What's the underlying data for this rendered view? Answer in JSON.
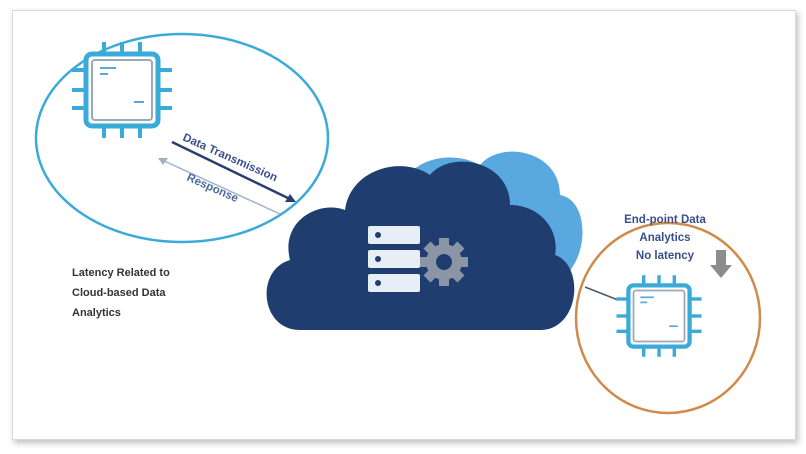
{
  "left_panel": {
    "arrow_forward_label": "Data Transmission",
    "arrow_back_label": "Response",
    "caption_lines": [
      "Latency Related to",
      "Cloud-based Data",
      "Analytics"
    ]
  },
  "right_panel": {
    "label_lines": [
      "End-point Data",
      "Analytics",
      "No latency"
    ]
  },
  "colors": {
    "left_ellipse": "#3aaad8",
    "right_ellipse": "#d08a4a",
    "cloud_dark": "#1f3d6e",
    "cloud_light": "#5aa8e0",
    "chip": "#3aaad8",
    "text_blue": "#3a4f8a"
  },
  "icons": [
    "chip-icon",
    "cloud-icon",
    "server-icon",
    "gear-icon",
    "down-arrow-icon"
  ]
}
